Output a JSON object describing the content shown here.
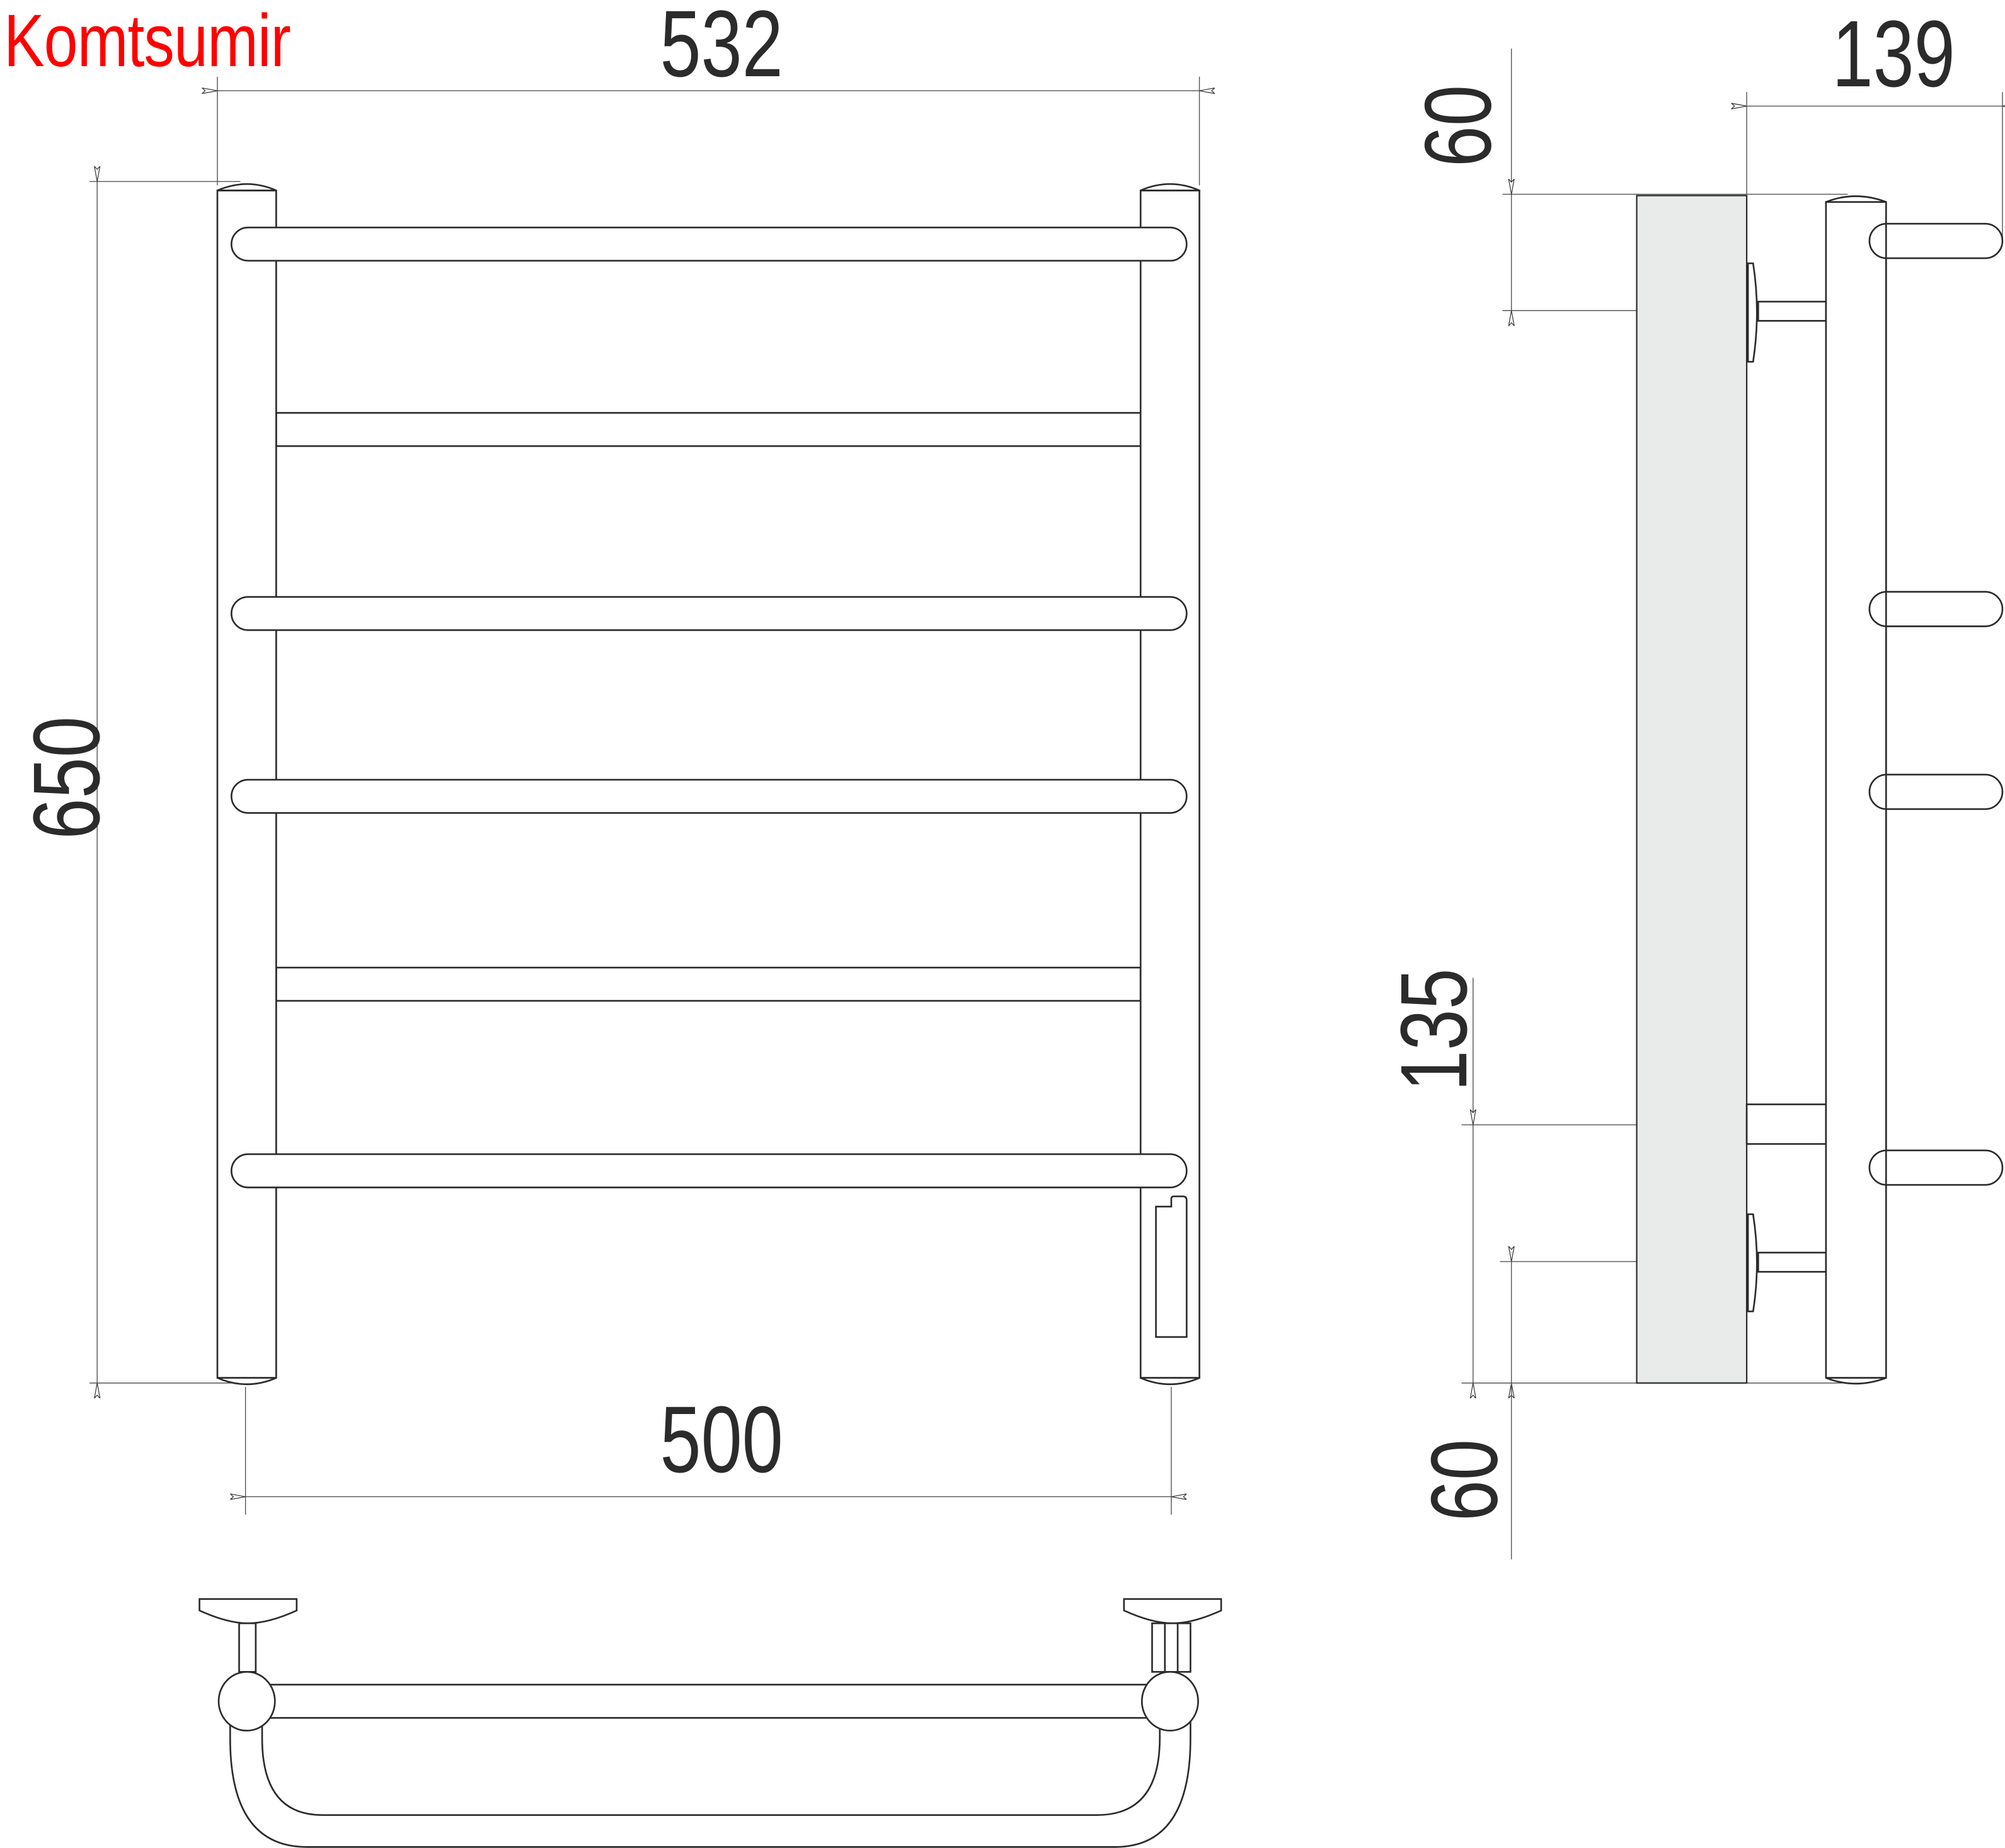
{
  "brand": {
    "text": "Komtsumir",
    "color": "#ff0000"
  },
  "colors": {
    "line": "#2b2b2b",
    "wall_fill": "#e9ebea",
    "label": "#2b2b2b"
  },
  "front_view": {
    "overall_width_label": "532",
    "overall_height_label": "650",
    "center_distance_label": "500",
    "rounded_bars": 4,
    "flat_bars": 2
  },
  "side_view": {
    "depth_label": "139",
    "top_offset_label": "60",
    "bottom_offset_label": "60",
    "connection_height_label": "135"
  },
  "bottom_view": {
    "description": "top-down view of rail with wall mounts"
  }
}
